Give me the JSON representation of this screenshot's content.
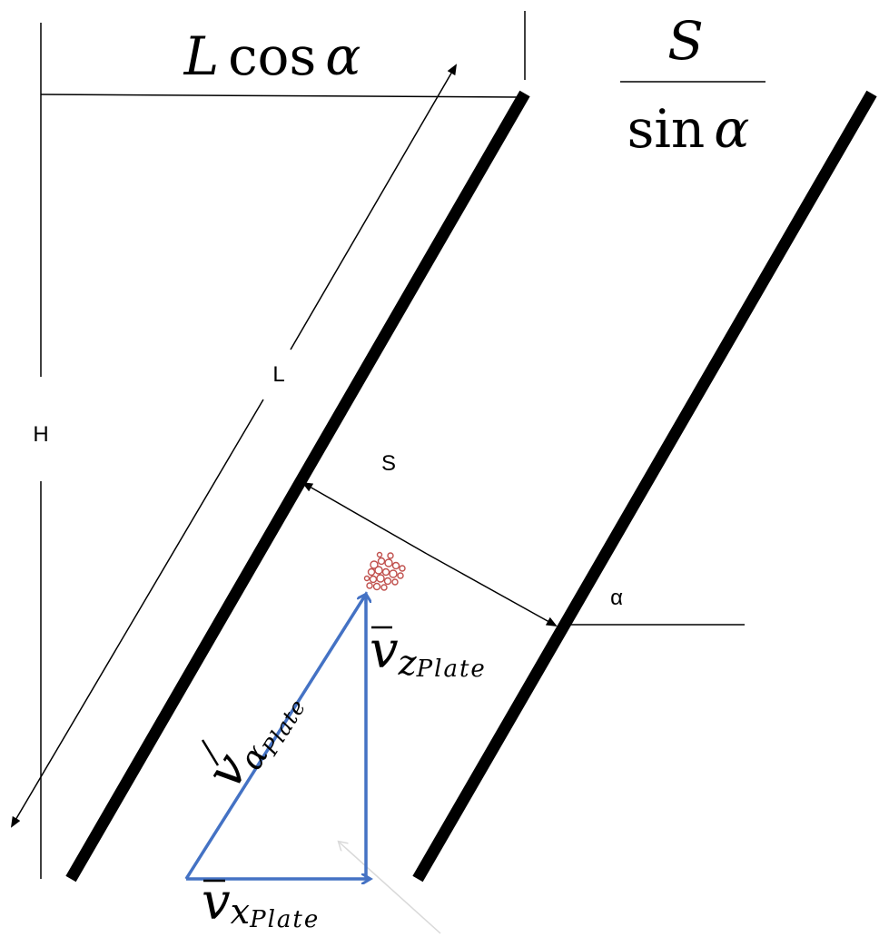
{
  "labels": {
    "top_dimension": {
      "main": "L",
      "function": "cos",
      "var": "α"
    },
    "fraction": {
      "numerator": "S",
      "den_function": "sin",
      "den_var": "α"
    },
    "length_label": "L",
    "height_label": "H",
    "spacing_label": "S",
    "angle_label": "α",
    "v_alpha": {
      "base": "v",
      "sub": "α",
      "subsub": "Plate"
    },
    "v_z": {
      "base": "v",
      "sub": "z",
      "subsub": "Plate"
    },
    "v_x": {
      "base": "v",
      "sub": "x",
      "subsub": "Plate"
    }
  },
  "colors": {
    "plate": "#000000",
    "dimension": "#000000",
    "vector": "#4472c4",
    "particle": "#c0504d",
    "faint_arrow": "#d9d9d9"
  }
}
